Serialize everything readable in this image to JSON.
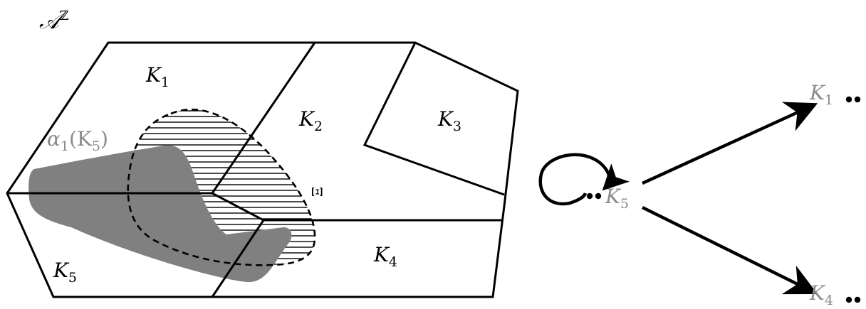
{
  "diagram": {
    "space_label": {
      "base": "𝒜",
      "sup": "ℤ"
    },
    "regions": [
      {
        "id": "K1",
        "base": "K",
        "sub": "1"
      },
      {
        "id": "K2",
        "base": "K",
        "sub": "2"
      },
      {
        "id": "K3",
        "base": "K",
        "sub": "3"
      },
      {
        "id": "K4",
        "base": "K",
        "sub": "4"
      },
      {
        "id": "K5",
        "base": "K",
        "sub": "5"
      }
    ],
    "image_label": {
      "pre": "α",
      "pre_sub": "1",
      "mid": "(K",
      "mid_sub": "5",
      "post": ")"
    },
    "xi_label": "Ξ",
    "graph": {
      "source": {
        "base": "K",
        "sub": "5"
      },
      "targets": [
        {
          "base": "K",
          "sub": "1"
        },
        {
          "base": "K",
          "sub": "4"
        }
      ]
    },
    "colors": {
      "lines": "#000000",
      "shaded": "#808080",
      "gray_label": "#8a8a8a"
    }
  }
}
